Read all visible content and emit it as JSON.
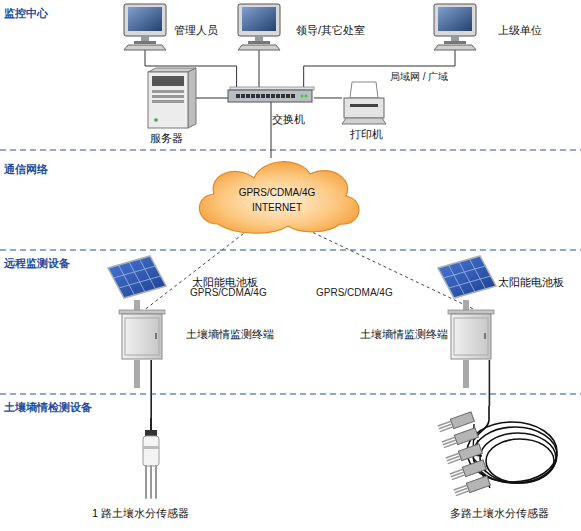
{
  "diagram": {
    "nodes": [
      {
        "text": [
          "管理人员"
        ]
      },
      {
        "text": [
          "领导/其它处室"
        ]
      },
      {
        "text": [
          "上级单位"
        ]
      },
      {
        "text": [
          "服务器"
        ]
      },
      {
        "text": [
          "交换机"
        ]
      },
      {
        "text": [
          "打印机"
        ]
      },
      {
        "text": [
          "GPRS/CDMA/4G",
          "INTERNET"
        ]
      },
      {
        "text": [
          "太阳能电池板"
        ]
      },
      {
        "text": [
          "太阳能电池板"
        ]
      },
      {
        "text": [
          "土壤墒情监测终端"
        ]
      },
      {
        "text": [
          "土壤墒情监测终端"
        ]
      },
      {
        "text": [
          "1 路土壤水分传感器"
        ]
      },
      {
        "text": [
          "多路土壤水分传感器"
        ]
      }
    ],
    "edges": [
      {
        "from": 0,
        "to": 4,
        "arrow": "none"
      },
      {
        "from": 1,
        "to": 4,
        "arrow": "none"
      },
      {
        "from": 2,
        "to": 4,
        "arrow": "none"
      },
      {
        "from": 3,
        "to": 4,
        "arrow": "none"
      },
      {
        "from": 5,
        "to": 4,
        "arrow": "none"
      },
      {
        "from": 4,
        "to": 6,
        "arrow": "none"
      },
      {
        "from": 6,
        "to": 9,
        "label": "GPRS/CDMA/4G",
        "arrow": "none"
      },
      {
        "from": 6,
        "to": 10,
        "label": "GPRS/CDMA/4G",
        "arrow": "none"
      },
      {
        "from": 7,
        "to": 9,
        "arrow": "none"
      },
      {
        "from": 8,
        "to": 10,
        "arrow": "none"
      },
      {
        "from": 9,
        "to": 11,
        "arrow": "none"
      },
      {
        "from": 10,
        "to": 12,
        "arrow": "none"
      }
    ],
    "labels": [
      "监控中心",
      "通信网络",
      "远程监测设备",
      "土壤墒情检测设备",
      "局域网 / 广域"
    ]
  }
}
